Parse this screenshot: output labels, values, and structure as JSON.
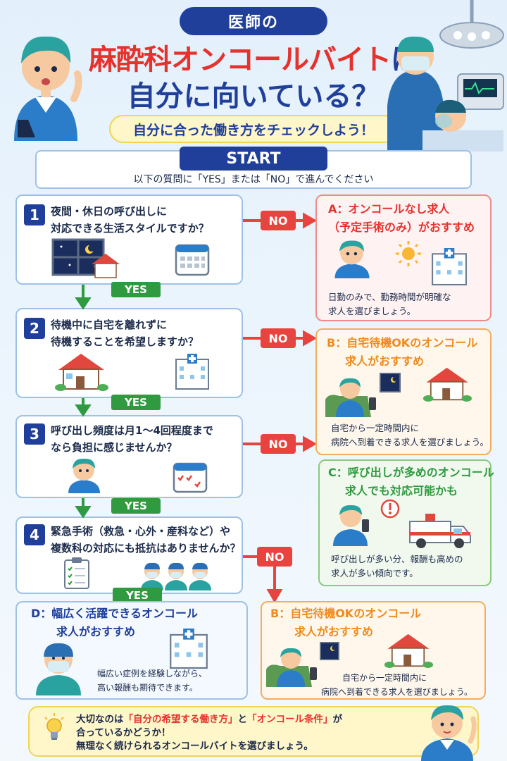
{
  "header": {
    "pill": "医師の",
    "title_line1": "麻酔科オンコールバイト",
    "title_line1_suffix": "は",
    "title_line2": "自分に向いている？",
    "subtitle": "自分に合った働き方をチェックしよう！"
  },
  "start": {
    "label": "START",
    "instruction": "以下の質問に「YES」または「NO」で進んでください"
  },
  "questions": [
    {
      "num": "1",
      "line1": "夜間・休日の呼び出しに",
      "line2": "対応できる生活スタイルですか？"
    },
    {
      "num": "2",
      "line1": "待機中に自宅を離れずに",
      "line2": "待機することを希望しますか？"
    },
    {
      "num": "3",
      "line1": "呼び出し頻度は月1〜4回程度まで",
      "line2": "なら負担に感じませんか？"
    },
    {
      "num": "4",
      "line1": "緊急手術（救急・心外・産科など）や",
      "line2": "複数科の対応にも抵抗はありませんか？"
    }
  ],
  "labels": {
    "yes": "YES",
    "no": "NO"
  },
  "results": {
    "a": {
      "line1": "A：オンコールなし求人",
      "line2": "（予定手術のみ）がおすすめ",
      "text1": "日勤のみで、勤務時間が明確な",
      "text2": "求人を選びましょう。"
    },
    "b": {
      "line1": "B：自宅待機OKのオンコール",
      "line2": "求人がおすすめ",
      "text1": "自宅から一定時間内に",
      "text2": "病院へ到着できる求人を選びましょう。"
    },
    "c": {
      "line1": "C：呼び出しが多めのオンコール",
      "line2": "求人でも対応可能かも",
      "text1": "呼び出しが多い分、報酬も高めの",
      "text2": "求人が多い傾向です。"
    },
    "d": {
      "line1": "D：幅広く活躍できるオンコール",
      "line2": "求人がおすすめ",
      "text1": "幅広い症例を経験しながら、",
      "text2": "高い報酬も期待できます。"
    },
    "b2": {
      "line1": "B：自宅待機OKのオンコール",
      "line2": "求人がおすすめ",
      "text1": "自宅から一定時間内に",
      "text2": "病院へ到着できる求人を選びましょう。"
    }
  },
  "footer": {
    "pre": "大切なのは",
    "hl1": "「自分の希望する働き方」",
    "mid": "と",
    "hl2": "「オンコール条件」",
    "post": "が",
    "line2": "合っているかどうか！",
    "line3": "無理なく続けられるオンコールバイトを選びましょう。"
  },
  "colors": {
    "navy": "#1f3f9a",
    "red": "#e5322d",
    "green": "#2f9a3f",
    "orange": "#f08a1c"
  }
}
